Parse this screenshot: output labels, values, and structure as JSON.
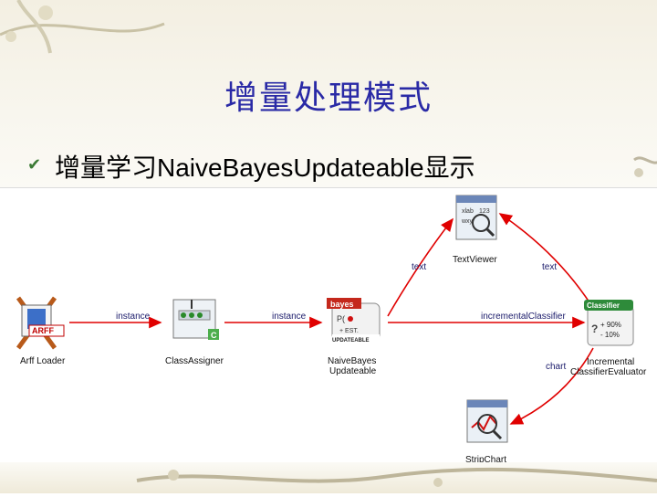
{
  "slide": {
    "title": "增量处理模式",
    "bullet_icon": "checkmark-bullet-icon",
    "bullet_text": "增量学习NaiveBayesUpdateable显示"
  },
  "nodes": {
    "arff": {
      "name": "Arff Loader",
      "badge": "ARFF",
      "icon": "arff-loader-icon"
    },
    "class": {
      "name": "ClassAssigner",
      "badge": "C",
      "icon": "class-assigner-icon"
    },
    "bayes": {
      "name_line1": "NaiveBayes",
      "name_line2": "Updateable",
      "badge_top": "bayes",
      "badge_mid": "P(",
      "badge_mid2": "+ EST.",
      "badge_bottom": "UPDATEABLE",
      "icon": "naive-bayes-icon"
    },
    "viewer": {
      "name": "TextViewer",
      "icon": "text-viewer-icon"
    },
    "evaluator": {
      "name_line1": "Incremental",
      "name_line2": "ClassifierEvaluator",
      "badge": "Classifier",
      "pct1": "+ 90%",
      "pct2": "- 10%",
      "icon": "classifier-evaluator-icon"
    },
    "chart": {
      "name": "StripChart",
      "icon": "strip-chart-icon"
    }
  },
  "edges": {
    "arff_to_class": "instance",
    "class_to_bayes": "instance",
    "bayes_to_eval": "incrementalClassifier",
    "bayes_to_viewer": "text",
    "eval_to_viewer": "text",
    "eval_to_chart": "chart"
  },
  "colors": {
    "title": "#2a2aa6",
    "edge": "#e00000",
    "bullet": "#3b7a34"
  }
}
